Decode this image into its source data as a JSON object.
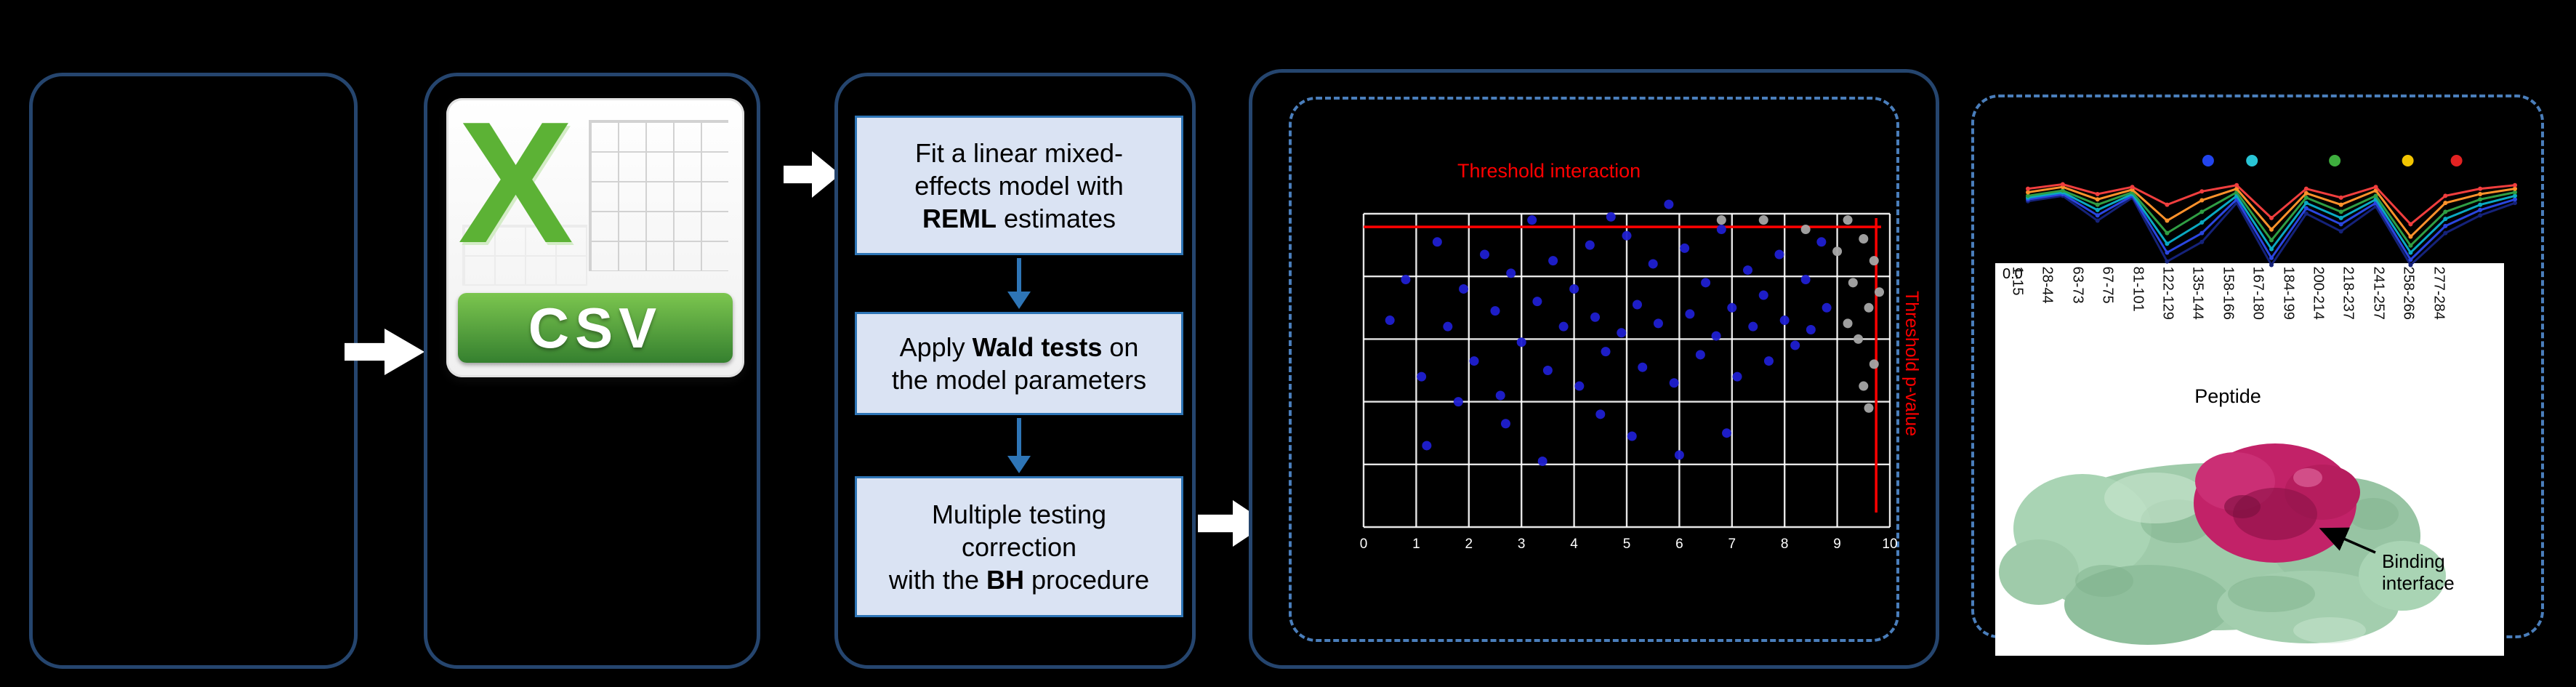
{
  "workflow": {
    "excel_x": "X",
    "csv_label": "CSV",
    "steps": {
      "step1": {
        "pre": "Fit a linear mixed-\neffects model with\n",
        "bold": "REML",
        "post": " estimates"
      },
      "step2": {
        "pre": "Apply ",
        "bold": "Wald tests",
        "post": " on\nthe model parameters"
      },
      "step3": {
        "pre": "Multiple testing\ncorrection\nwith the ",
        "bold": "BH",
        "post": " procedure"
      }
    }
  },
  "peptide_panel": {
    "binding_label": "Binding\ninterface"
  },
  "colors": {
    "outline_border": "#25456e",
    "dashed_border": "#4a7ebb",
    "step_fill": "#dae3f3",
    "step_border": "#2e75b6",
    "threshold_red": "#ff0000",
    "csv_green": "#5cb235",
    "banner_green_top": "#7cc64f",
    "banner_green_bottom": "#35802f",
    "scatter_blue": "#1f1fd1",
    "scatter_gray": "#a6a6a6",
    "protein_green": "#9fcbaa",
    "protein_magenta": "#c22268"
  },
  "chart_data": [
    {
      "type": "scatter",
      "title": "",
      "annotations": [
        "Threshold interaction",
        "Threshold p-value"
      ],
      "x_ticks": [
        "0",
        "1",
        "2",
        "3",
        "4",
        "5",
        "6",
        "7",
        "8",
        "9",
        "10"
      ],
      "threshold_y_frac": 0.042,
      "threshold_x_frac": 0.974,
      "grid": {
        "v": 11,
        "h": 6,
        "color": "#ffffff"
      },
      "series": [
        {
          "name": "significant-peptides",
          "color": "#1f1fd1",
          "points": [
            [
              0.05,
              0.34
            ],
            [
              0.08,
              0.21
            ],
            [
              0.11,
              0.52
            ],
            [
              0.14,
              0.09
            ],
            [
              0.16,
              0.36
            ],
            [
              0.19,
              0.24
            ],
            [
              0.21,
              0.47
            ],
            [
              0.23,
              0.13
            ],
            [
              0.25,
              0.31
            ],
            [
              0.26,
              0.58
            ],
            [
              0.28,
              0.19
            ],
            [
              0.3,
              0.41
            ],
            [
              0.32,
              0.02
            ],
            [
              0.33,
              0.28
            ],
            [
              0.35,
              0.5
            ],
            [
              0.36,
              0.15
            ],
            [
              0.38,
              0.36
            ],
            [
              0.4,
              0.24
            ],
            [
              0.41,
              0.55
            ],
            [
              0.43,
              0.1
            ],
            [
              0.44,
              0.33
            ],
            [
              0.46,
              0.44
            ],
            [
              0.47,
              0.01
            ],
            [
              0.49,
              0.38
            ],
            [
              0.5,
              0.07
            ],
            [
              0.52,
              0.29
            ],
            [
              0.53,
              0.49
            ],
            [
              0.55,
              0.16
            ],
            [
              0.56,
              0.35
            ],
            [
              0.58,
              -0.03
            ],
            [
              0.59,
              0.54
            ],
            [
              0.61,
              0.11
            ],
            [
              0.62,
              0.32
            ],
            [
              0.64,
              0.45
            ],
            [
              0.65,
              0.22
            ],
            [
              0.67,
              0.39
            ],
            [
              0.68,
              0.05
            ],
            [
              0.7,
              0.3
            ],
            [
              0.71,
              0.52
            ],
            [
              0.73,
              0.18
            ],
            [
              0.74,
              0.36
            ],
            [
              0.76,
              0.26
            ],
            [
              0.77,
              0.47
            ],
            [
              0.79,
              0.13
            ],
            [
              0.8,
              0.34
            ],
            [
              0.82,
              0.42
            ],
            [
              0.84,
              0.21
            ],
            [
              0.85,
              0.37
            ],
            [
              0.87,
              0.09
            ],
            [
              0.88,
              0.3
            ],
            [
              0.12,
              0.74
            ],
            [
              0.34,
              0.79
            ],
            [
              0.51,
              0.71
            ],
            [
              0.27,
              0.67
            ],
            [
              0.6,
              0.77
            ],
            [
              0.45,
              0.64
            ],
            [
              0.69,
              0.7
            ],
            [
              0.18,
              0.6
            ]
          ]
        },
        {
          "name": "non-significant-peptides",
          "color": "#a6a6a6",
          "points": [
            [
              0.92,
              0.02
            ],
            [
              0.95,
              0.08
            ],
            [
              0.97,
              0.15
            ],
            [
              0.93,
              0.22
            ],
            [
              0.96,
              0.3
            ],
            [
              0.94,
              0.4
            ],
            [
              0.97,
              0.48
            ],
            [
              0.95,
              0.55
            ],
            [
              0.92,
              0.35
            ],
            [
              0.96,
              0.62
            ],
            [
              0.9,
              0.12
            ],
            [
              0.98,
              0.25
            ],
            [
              0.76,
              0.02
            ],
            [
              0.84,
              0.05
            ],
            [
              0.68,
              0.02
            ]
          ]
        }
      ]
    },
    {
      "type": "line",
      "categories": [
        "1-15",
        "28-44",
        "63-73",
        "67-75",
        "81-101",
        "122-129",
        "135-144",
        "158-166",
        "167-180",
        "184-199",
        "200-214",
        "218-237",
        "241-257",
        "258-266",
        "277-284"
      ],
      "xlabel": "Peptide",
      "y_tick_top": "0.0",
      "legend_dots": [
        {
          "color": "#2244ee",
          "x_frac": 0.37
        },
        {
          "color": "#29c5d6",
          "x_frac": 0.46
        },
        {
          "color": "#3eae3e",
          "x_frac": 0.63
        },
        {
          "color": "#f2c500",
          "x_frac": 0.78
        },
        {
          "color": "#e32222",
          "x_frac": 0.88
        }
      ],
      "series": [
        {
          "name": "series-navy",
          "color": "#15227a",
          "values": [
            0.74,
            0.8,
            0.52,
            0.78,
            0.06,
            0.28,
            0.72,
            0.02,
            0.6,
            0.4,
            0.68,
            0.02,
            0.38,
            0.58,
            0.72
          ]
        },
        {
          "name": "series-blue",
          "color": "#2a46e0",
          "values": [
            0.76,
            0.82,
            0.58,
            0.8,
            0.16,
            0.38,
            0.76,
            0.1,
            0.66,
            0.48,
            0.72,
            0.08,
            0.46,
            0.64,
            0.76
          ]
        },
        {
          "name": "series-teal",
          "color": "#0aa9c2",
          "values": [
            0.78,
            0.84,
            0.64,
            0.82,
            0.26,
            0.5,
            0.8,
            0.2,
            0.72,
            0.55,
            0.76,
            0.16,
            0.54,
            0.7,
            0.8
          ]
        },
        {
          "name": "series-green",
          "color": "#2f9e44",
          "values": [
            0.8,
            0.86,
            0.7,
            0.84,
            0.38,
            0.62,
            0.84,
            0.3,
            0.78,
            0.62,
            0.8,
            0.24,
            0.62,
            0.76,
            0.84
          ]
        },
        {
          "name": "series-orange",
          "color": "#ff922b",
          "values": [
            0.84,
            0.9,
            0.76,
            0.87,
            0.52,
            0.75,
            0.88,
            0.42,
            0.83,
            0.7,
            0.86,
            0.34,
            0.72,
            0.82,
            0.88
          ]
        },
        {
          "name": "series-red",
          "color": "#f03e3e",
          "values": [
            0.88,
            0.93,
            0.82,
            0.9,
            0.7,
            0.85,
            0.92,
            0.55,
            0.88,
            0.78,
            0.9,
            0.48,
            0.8,
            0.88,
            0.92
          ]
        }
      ]
    }
  ]
}
